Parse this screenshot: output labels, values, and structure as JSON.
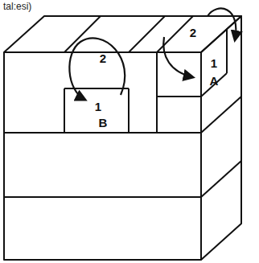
{
  "diagram": {
    "labels": [
      "tal:esi)",
      "2",
      "1",
      "B",
      "2",
      "1",
      "A"
    ]
  }
}
